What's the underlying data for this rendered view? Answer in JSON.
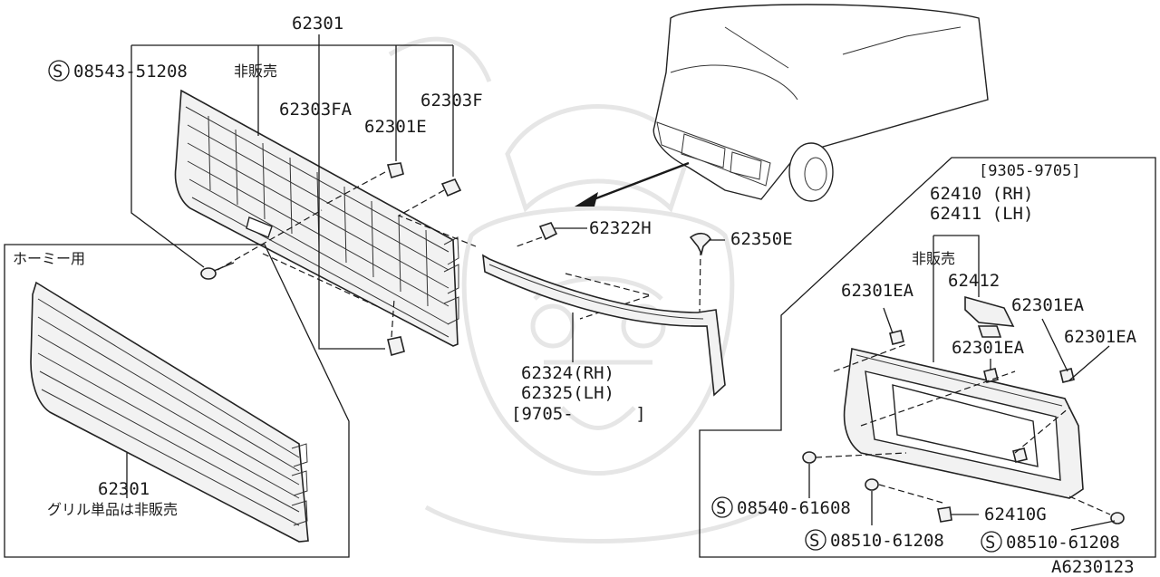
{
  "diagram": {
    "labels": {
      "grille_main": "62301",
      "screw_left_code": "08543-51208",
      "not_sold_top": "非販売",
      "clip_fa": "62303FA",
      "clip_f": "62303F",
      "clip_e": "62301E",
      "nut_322h": "62322H",
      "clip_350e": "62350E",
      "molding_rh": "62324(RH)",
      "molding_lh": "62325(LH)",
      "molding_date": "[9705-      ]",
      "homey_title": "ホーミー用",
      "homey_part": "62301",
      "homey_note": "グリル単品は非販売",
      "date_range_right": "[9305-9705]",
      "lamp_rh": "62410 (RH)",
      "lamp_lh": "62411 (LH)",
      "not_sold_right": "非販売",
      "part_62412": "62412",
      "clip_ea_1": "62301EA",
      "clip_ea_2": "62301EA",
      "clip_ea_3": "62301EA",
      "clip_ea_4": "62301EA",
      "screw_61608": "08540-61608",
      "nut_410g": "62410G",
      "screw_61208_a": "08510-61208",
      "screw_61208_b": "08510-61208",
      "diagram_code": "A6230123"
    },
    "symbols": {
      "screw_mark": "S"
    },
    "colors": {
      "line": "#1a1a1a",
      "background": "#ffffff",
      "watermark": "#e6e6e6"
    }
  }
}
